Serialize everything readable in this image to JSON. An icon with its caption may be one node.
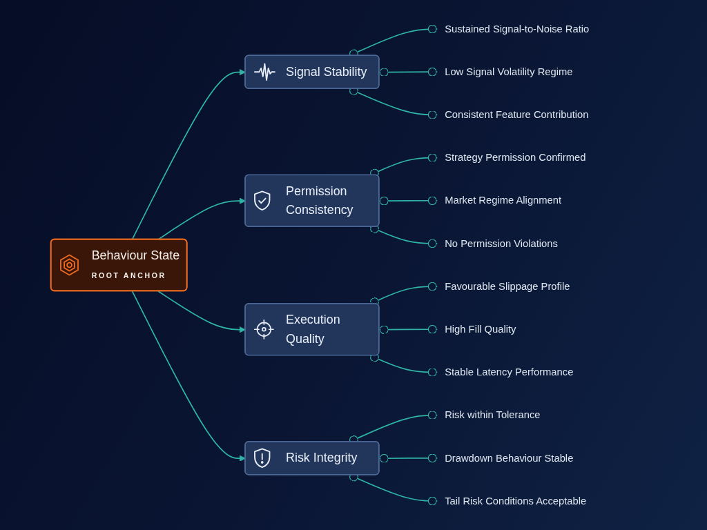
{
  "diagram": {
    "nodes": [
      {
        "text": [
          "Behaviour State",
          "ROOT ANCHOR"
        ]
      },
      {
        "text": [
          "Signal Stability"
        ]
      },
      {
        "text": [
          "Permission Consistency"
        ]
      },
      {
        "text": [
          "Execution Quality"
        ]
      },
      {
        "text": [
          "Risk Integrity"
        ]
      },
      {
        "text": [
          "Sustained Signal-to-Noise Ratio"
        ]
      },
      {
        "text": [
          "Low Signal Volatility Regime"
        ]
      },
      {
        "text": [
          "Consistent Feature Contribution"
        ]
      },
      {
        "text": [
          "Strategy Permission Confirmed"
        ]
      },
      {
        "text": [
          "Market Regime Alignment"
        ]
      },
      {
        "text": [
          "No Permission Violations"
        ]
      },
      {
        "text": [
          "Favourable Slippage Profile"
        ]
      },
      {
        "text": [
          "High Fill Quality"
        ]
      },
      {
        "text": [
          "Stable Latency Performance"
        ]
      },
      {
        "text": [
          "Risk within Tolerance"
        ]
      },
      {
        "text": [
          "Drawdown Behaviour Stable"
        ]
      },
      {
        "text": [
          "Tail Risk Conditions Acceptable"
        ]
      }
    ],
    "edges": [
      {
        "from": 0,
        "to": 1,
        "arrow": "to"
      },
      {
        "from": 0,
        "to": 2,
        "arrow": "to"
      },
      {
        "from": 0,
        "to": 3,
        "arrow": "to"
      },
      {
        "from": 0,
        "to": 4,
        "arrow": "to"
      },
      {
        "from": 1,
        "to": 5,
        "arrow": "other"
      },
      {
        "from": 1,
        "to": 6,
        "arrow": "other"
      },
      {
        "from": 1,
        "to": 7,
        "arrow": "other"
      },
      {
        "from": 2,
        "to": 8,
        "arrow": "other"
      },
      {
        "from": 2,
        "to": 9,
        "arrow": "other"
      },
      {
        "from": 2,
        "to": 10,
        "arrow": "other"
      },
      {
        "from": 3,
        "to": 11,
        "arrow": "other"
      },
      {
        "from": 3,
        "to": 12,
        "arrow": "other"
      },
      {
        "from": 3,
        "to": 13,
        "arrow": "other"
      },
      {
        "from": 4,
        "to": 14,
        "arrow": "other"
      },
      {
        "from": 4,
        "to": 15,
        "arrow": "other"
      },
      {
        "from": 4,
        "to": 16,
        "arrow": "other"
      }
    ]
  }
}
